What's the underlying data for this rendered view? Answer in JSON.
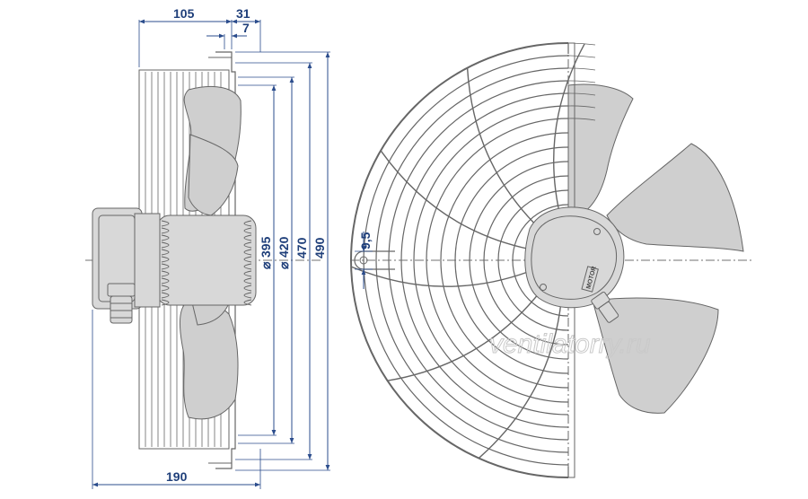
{
  "dimensions": {
    "depth_front": "105",
    "guard_depth": "31",
    "flange": "7",
    "total_depth": "190",
    "d_blade": "395",
    "d_ring": "420",
    "d_guard_inner": "470",
    "d_guard_outer": "490",
    "mount_hole": "9,5",
    "diameter_symbol": "⌀"
  },
  "watermark": "ventilatorry.ru",
  "motor_label": "MOTOR",
  "colors": {
    "dimension": "#2b4c8c",
    "drawing": "#666666",
    "fill": "#d8d8d8"
  }
}
